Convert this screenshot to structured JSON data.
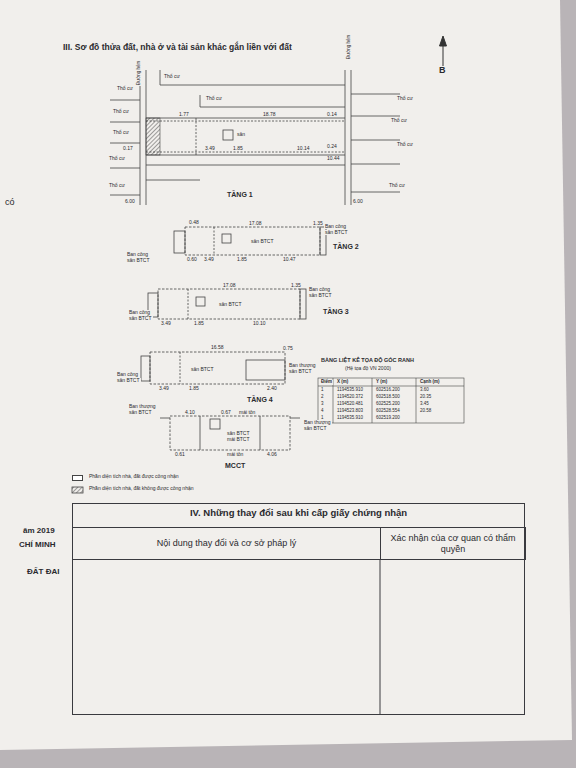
{
  "diagram": {
    "title": "III. Sơ đồ thửa đất, nhà ở và tài sản khác gắn liền với đất",
    "nodes": [
      {
        "text": [
          "IV. Những thay đổi sau khi cấp giấy chứng nhận"
        ]
      },
      {
        "text": [
          "Nội dung thay đổi và cơ sở pháp lý"
        ],
        "in": 0
      },
      {
        "text": [
          "Xác nhận của cơ quan có thẩm quyền"
        ],
        "in": 0
      }
    ],
    "labels": [
      "B",
      "có",
      "Thổ cư",
      "Thổ cư",
      "Thổ cư",
      "Thổ cư",
      "Thổ cư",
      "Thổ cư",
      "Thổ cư",
      "Thổ cư",
      "Thổ cư",
      "Thổ cư",
      "Thổ cư",
      "TẦNG 1",
      "1.77",
      "18.78",
      "0.14",
      "0.24",
      "0.17",
      "3.49",
      "1.85",
      "10.14",
      "10.44",
      "6.00",
      "6.00",
      "sân",
      "Đường hẻm",
      "Đường hẻm",
      "0.48",
      "17.08",
      "1.35",
      "Ban công",
      "sân BTCT",
      "sân BTCT",
      "Ban công",
      "sân BTCT",
      "0.60",
      "3.49",
      "1.85",
      "10.47",
      "TẦNG 2",
      "17.08",
      "1.35",
      "Ban công",
      "sân BTCT",
      "sân BTCT",
      "Ban công",
      "sân BTCT",
      "3.49",
      "1.85",
      "10.10",
      "TẦNG 3",
      "16.58",
      "0.75",
      "Ban thượng",
      "sân BTCT",
      "sân BTCT",
      "Ban công",
      "sân BTCT",
      "3.49",
      "1.85",
      "2.40",
      "TẦNG 4",
      "Ban thượng",
      "sân BTCT",
      "4.10",
      "0.67",
      "mái tôn",
      "sân BTCT",
      "mái BTCT",
      "Ban thượng",
      "sân BTCT",
      "0.61",
      "mái tôn",
      "4.06",
      "MCCT",
      "BẢNG LIỆT KÊ TỌA ĐỘ GÓC RANH",
      "(Hệ tọa độ VN 2000)",
      "Điểm",
      "X (m)",
      "Y (m)",
      "Cạnh (m)",
      "1",
      "1194535.910",
      "602516.200",
      "3.60",
      "2",
      "1194520.372",
      "602518.500",
      "20.35",
      "3",
      "1194520.481",
      "602525.200",
      "3.45",
      "4",
      "1194523.803",
      "602528.554",
      "20.58",
      "1",
      "1194535.910",
      "602519.200",
      "ăm 2019",
      "CHÍ MINH",
      "ĐẤT ĐAI"
    ],
    "legend": [
      {
        "text": "Phần diện tích nhà, đất được công nhận",
        "color": "#ffffff"
      },
      {
        "text": "Phần diện tích nhà, đất không được công nhận"
      }
    ]
  }
}
